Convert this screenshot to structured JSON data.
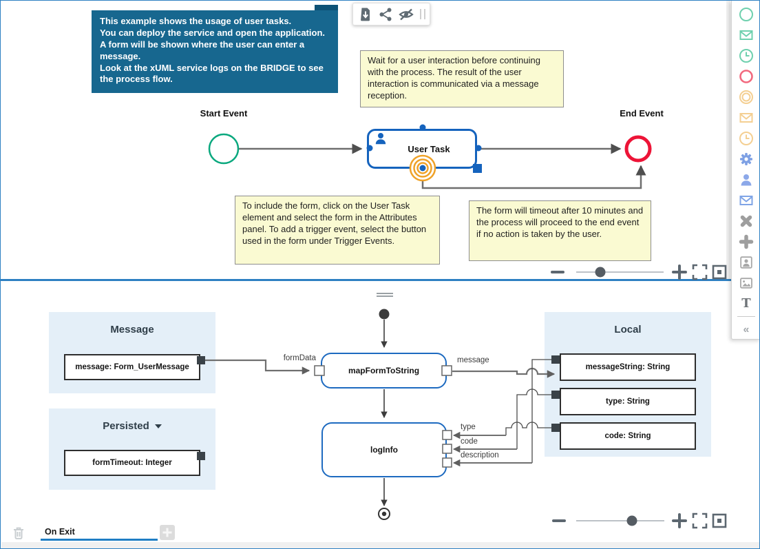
{
  "colors": {
    "accent_blue": "#2e80c2",
    "node_blue": "#1563bd",
    "start_green": "#0aa87e",
    "end_red": "#ed1437",
    "boundary_orange": "#efa228",
    "note_yellow": "#fafad2",
    "info_teal": "#17678f"
  },
  "top_panel": {
    "info_box": {
      "lines": [
        "This example shows the usage of user tasks.",
        "You can deploy the service and open the application. A form will be shown where the user can enter a message.",
        "Look at the xUML service logs on the BRIDGE to see the process flow."
      ]
    },
    "toolbar": {
      "icons": [
        "download",
        "share",
        "hide"
      ]
    },
    "notes": {
      "wait": "Wait for a user interaction before continuing with the process. The result of the user interaction is communicated via a message reception.",
      "include_form": "To include the form, click on the User Task element and select the form in the Attributes panel. To add a trigger event, select the button used in the form under Trigger Events.",
      "timeout": "The form will timeout after 10 minutes and the process will proceed to the end event if no action is taken by the user."
    },
    "labels": {
      "start_event": "Start Event",
      "user_task": "User Task",
      "end_event": "End Event"
    }
  },
  "bottom_panel": {
    "sections": {
      "message": {
        "title": "Message",
        "item": "message: Form_UserMessage"
      },
      "persisted": {
        "title": "Persisted",
        "item": "formTimeout: Integer"
      },
      "local": {
        "title": "Local",
        "items": [
          "messageString: String",
          "type: String",
          "code: String"
        ]
      }
    },
    "nodes": {
      "map": "mapFormToString",
      "log": "logInfo"
    },
    "wire_labels": {
      "formData": "formData",
      "message": "message",
      "type": "type",
      "code": "code",
      "description": "description"
    }
  },
  "tab_bar": {
    "active_tab": "On Exit"
  },
  "palette": {
    "items": [
      "start-event",
      "message-start-event",
      "timer-start-event",
      "end-event",
      "intermediate-event",
      "message-intermediate-event",
      "timer-intermediate-event",
      "service-task",
      "user-task",
      "send-task",
      "exclusive-gateway",
      "parallel-gateway",
      "participant",
      "image",
      "text-annotation"
    ],
    "text_tool_glyph": "T",
    "collapse_glyph": "«"
  }
}
